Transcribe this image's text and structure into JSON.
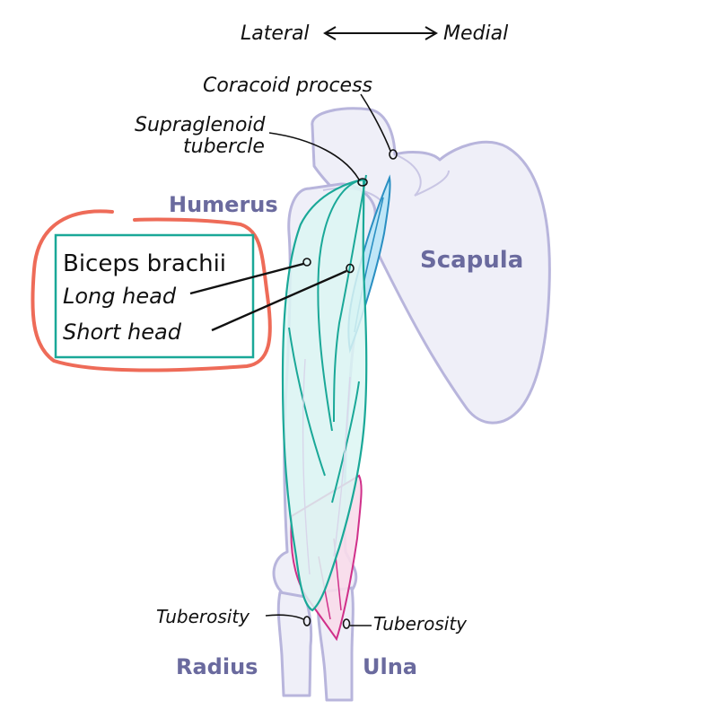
{
  "title": "Biceps brachii anatomy diagram",
  "orientation": {
    "left_label": "Lateral",
    "right_label": "Medial",
    "arrow": "double-headed-arrow"
  },
  "annotations": {
    "coracoid_process": "Coracoid process",
    "supraglenoid_line1": "Supraglenoid",
    "supraglenoid_line2": "tubercle",
    "radius_tuberosity": "Tuberosity",
    "ulna_tuberosity": "Tuberosity"
  },
  "bones": {
    "humerus": "Humerus",
    "scapula": "Scapula",
    "radius": "Radius",
    "ulna": "Ulna"
  },
  "legend": {
    "title": "Biceps brachii",
    "items": [
      "Long head",
      "Short head"
    ]
  },
  "colors": {
    "bone_fill": "#efeff8",
    "bone_stroke": "#b8b5dc",
    "bone_label": "#6a6a9e",
    "long_head": "#1aa898",
    "short_head": "#2a8fc2",
    "brachialis": "#d0308a",
    "callout": "#ee6b58"
  }
}
